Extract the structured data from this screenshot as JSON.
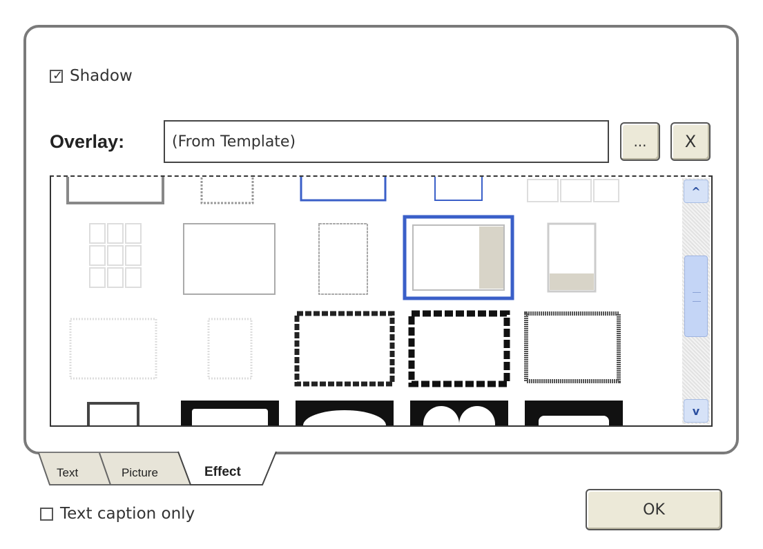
{
  "shadow": {
    "label": "Shadow",
    "checked": true
  },
  "overlay": {
    "label": "Overlay:",
    "value": "(From Template)",
    "browse_label": "...",
    "clear_label": "X"
  },
  "gallery": {
    "selected_index": 8,
    "scroll_up": "^",
    "scroll_down": "v"
  },
  "tabs": [
    {
      "label": "Text",
      "active": false
    },
    {
      "label": "Picture",
      "active": false
    },
    {
      "label": "Effect",
      "active": true
    }
  ],
  "text_caption": {
    "label": "Text caption only",
    "checked": false
  },
  "ok_label": "OK",
  "colors": {
    "selection": "#3a5fc8",
    "scroll": "#c4d5f6",
    "button_face": "#ece9d8"
  }
}
